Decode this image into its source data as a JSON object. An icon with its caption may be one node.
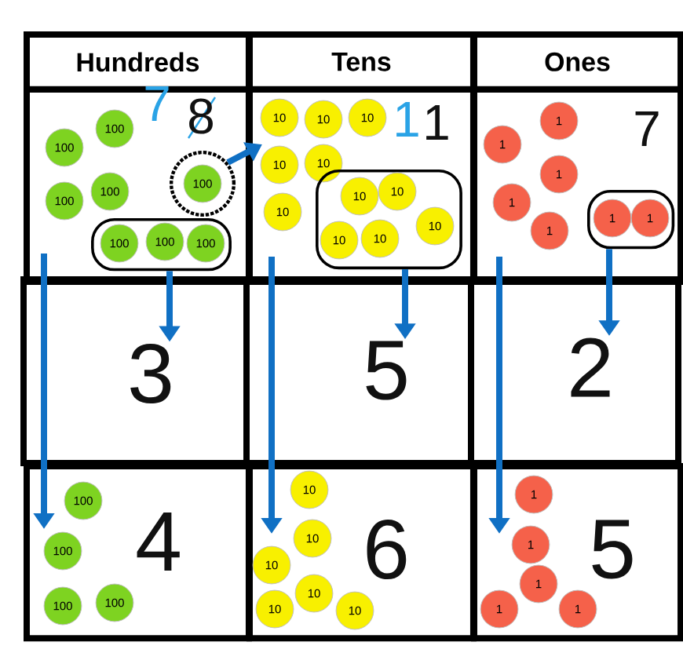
{
  "diagram": {
    "nodes": [
      {
        "text": [
          "Hundreds"
        ]
      },
      {
        "text": [
          "Tens"
        ]
      },
      {
        "text": [
          "Ones"
        ]
      },
      {
        "text": [
          "7",
          "8"
        ]
      },
      {
        "text": [
          "100"
        ],
        "in": 3
      },
      {
        "text": [
          "100"
        ],
        "in": 3
      },
      {
        "text": [
          "100"
        ],
        "in": 3
      },
      {
        "text": [
          "100"
        ],
        "in": 3
      },
      {
        "text": [],
        "shape": "circle",
        "in": 3
      },
      {
        "text": [
          "100"
        ],
        "in": 8
      },
      {
        "text": [],
        "shape": "box",
        "in": 3
      },
      {
        "text": [
          "100"
        ],
        "in": 10
      },
      {
        "text": [
          "100"
        ],
        "in": 10
      },
      {
        "text": [
          "100"
        ],
        "in": 10
      },
      {
        "text": [
          "1",
          "1"
        ]
      },
      {
        "text": [
          "10"
        ],
        "in": 14
      },
      {
        "text": [
          "10"
        ],
        "in": 14
      },
      {
        "text": [
          "10"
        ],
        "in": 14
      },
      {
        "text": [
          "10"
        ],
        "in": 14
      },
      {
        "text": [
          "10"
        ],
        "in": 14
      },
      {
        "text": [
          "10"
        ],
        "in": 14
      },
      {
        "text": [],
        "shape": "box",
        "in": 14
      },
      {
        "text": [
          "10"
        ],
        "in": 21
      },
      {
        "text": [
          "10"
        ],
        "in": 21
      },
      {
        "text": [
          "10"
        ],
        "in": 21
      },
      {
        "text": [
          "10"
        ],
        "in": 21
      },
      {
        "text": [
          "10"
        ],
        "in": 21
      },
      {
        "text": [
          "7"
        ]
      },
      {
        "text": [
          "1"
        ],
        "in": 27
      },
      {
        "text": [
          "1"
        ],
        "in": 27
      },
      {
        "text": [
          "1"
        ],
        "in": 27
      },
      {
        "text": [
          "1"
        ],
        "in": 27
      },
      {
        "text": [
          "1"
        ],
        "in": 27
      },
      {
        "text": [],
        "shape": "box",
        "in": 27
      },
      {
        "text": [
          "1"
        ],
        "in": 33
      },
      {
        "text": [
          "1"
        ],
        "in": 33
      },
      {
        "text": [
          "3"
        ]
      },
      {
        "text": [
          "5"
        ]
      },
      {
        "text": [
          "2"
        ]
      },
      {
        "text": [
          "4"
        ]
      },
      {
        "text": [
          "100"
        ],
        "in": 39
      },
      {
        "text": [
          "100"
        ],
        "in": 39
      },
      {
        "text": [
          "100"
        ],
        "in": 39
      },
      {
        "text": [
          "100"
        ],
        "in": 39
      },
      {
        "text": [
          "6"
        ]
      },
      {
        "text": [
          "10"
        ],
        "in": 44
      },
      {
        "text": [
          "10"
        ],
        "in": 44
      },
      {
        "text": [
          "10"
        ],
        "in": 44
      },
      {
        "text": [
          "10"
        ],
        "in": 44
      },
      {
        "text": [
          "10"
        ],
        "in": 44
      },
      {
        "text": [
          "10"
        ],
        "in": 44
      },
      {
        "text": [
          "5"
        ]
      },
      {
        "text": [
          "1"
        ],
        "in": 51
      },
      {
        "text": [
          "1"
        ],
        "in": 51
      },
      {
        "text": [
          "1"
        ],
        "in": 51
      },
      {
        "text": [
          "1"
        ],
        "in": 51
      },
      {
        "text": [
          "1"
        ],
        "in": 51
      }
    ],
    "edges": [
      {
        "from": 8,
        "to": 14,
        "arrow": "to"
      },
      {
        "from": 10,
        "to": 36,
        "arrow": "to"
      },
      {
        "from": 21,
        "to": 37,
        "arrow": "to"
      },
      {
        "from": 33,
        "to": 38,
        "arrow": "to"
      },
      {
        "from": 3,
        "to": 39,
        "arrow": "to"
      },
      {
        "from": 14,
        "to": 44,
        "arrow": "to"
      },
      {
        "from": 27,
        "to": 51,
        "arrow": "to"
      }
    ]
  }
}
